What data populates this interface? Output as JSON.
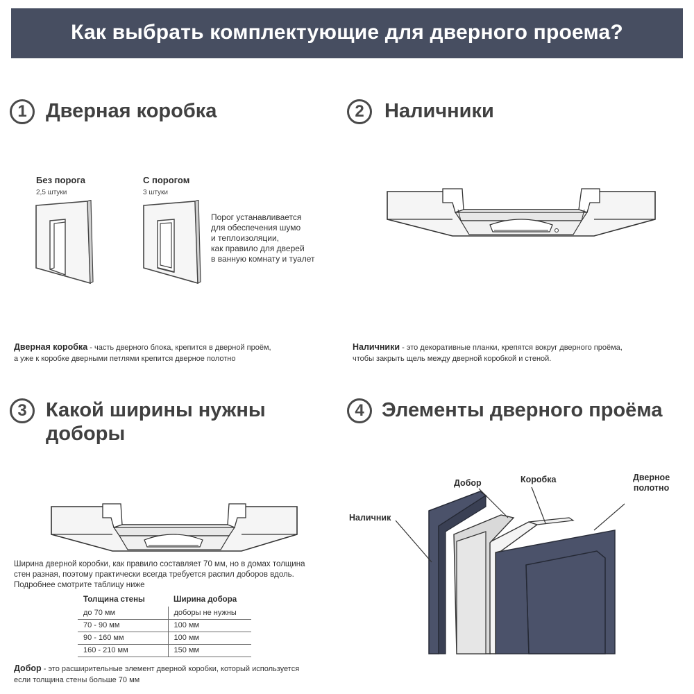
{
  "header": {
    "title": "Как выбрать комплектующие для дверного проема?"
  },
  "sections": [
    {
      "num": "1",
      "title": "Дверная коробка"
    },
    {
      "num": "2",
      "title": "Наличники"
    },
    {
      "num": "3",
      "title_line1": "Какой ширины нужны",
      "title_line2": "доборы"
    },
    {
      "num": "4",
      "title": "Элементы дверного проёма"
    }
  ],
  "box_section": {
    "variant1_title": "Без порога",
    "variant1_qty": "2,5 штуки",
    "variant2_title": "С порогом",
    "variant2_qty": "3 штуки",
    "threshold_note": [
      "Порог устанавливается",
      "для обеспечения шумо",
      "и теплоизоляции,",
      "как правило для дверей",
      "в ванную комнату и туалет"
    ],
    "desc_term": "Дверная коробка",
    "desc_line1": " - часть дверного блока, крепится в дверной проём,",
    "desc_line2": "а уже к коробке дверными петлями крепится дверное полотно"
  },
  "trim_section": {
    "desc_term": "Наличники",
    "desc_line1": " - это декоративные планки, крепятся вокруг дверного проёма,",
    "desc_line2": "чтобы закрыть щель между дверной коробкой и стеной."
  },
  "width_section": {
    "text": [
      "Ширина дверной коробки, как правило составляет 70 мм, но в домах толщина",
      "стен разная, поэтому практически всегда требуется распил доборов  вдоль.",
      "Подробнее смотрите таблицу ниже"
    ],
    "table": {
      "headers": [
        "Толщина стены",
        "Ширина добора"
      ],
      "rows": [
        [
          "до 70 мм",
          "доборы не нужны"
        ],
        [
          "70 - 90 мм",
          "100 мм"
        ],
        [
          "90 - 160 мм",
          "100 мм"
        ],
        [
          "160 - 210 мм",
          "150 мм"
        ]
      ]
    },
    "desc_term": "Добор",
    "desc_line1": " - это расширительные элемент дверной коробки, который используется",
    "desc_line2": "если толщина стены больше  70 мм"
  },
  "elements_section": {
    "label_dobor": "Добор",
    "label_korobka": "Коробка",
    "label_polotno_1": "Дверное",
    "label_polotno_2": "полотно",
    "label_nalichnik": "Наличник"
  },
  "colors": {
    "banner": "#474e61",
    "door": "#4b526a",
    "text": "#333333"
  }
}
